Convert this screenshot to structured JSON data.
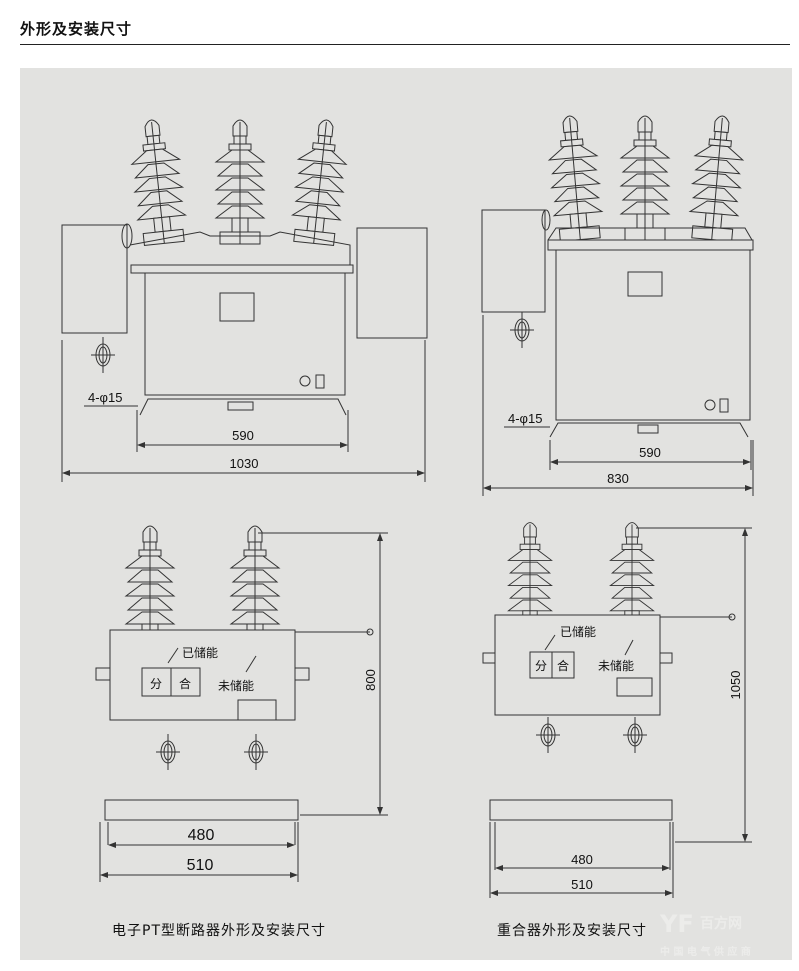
{
  "header": {
    "title": "外形及安装尺寸"
  },
  "drawings": {
    "breaker_front": {
      "hole_spec": "4-φ15",
      "dim_inner": "590",
      "dim_outer": "1030"
    },
    "recloser_front": {
      "hole_spec": "4-φ15",
      "dim_inner": "590",
      "dim_outer": "830"
    },
    "breaker_side": {
      "stored": "已储能",
      "open": "分",
      "close": "合",
      "not_stored": "未储能",
      "dim_height": "800",
      "dim_inner": "480",
      "dim_outer": "510"
    },
    "recloser_side": {
      "stored": "已储能",
      "open": "分",
      "close": "合",
      "not_stored": "未储能",
      "dim_height": "1050",
      "dim_inner": "480",
      "dim_outer": "510"
    }
  },
  "captions": {
    "left": "电子PT型断路器外形及安装尺寸",
    "right": "重合器外形及安装尺寸"
  },
  "watermark": {
    "brand": "YF 百方网 .com",
    "tagline": "中国电气供应商"
  }
}
